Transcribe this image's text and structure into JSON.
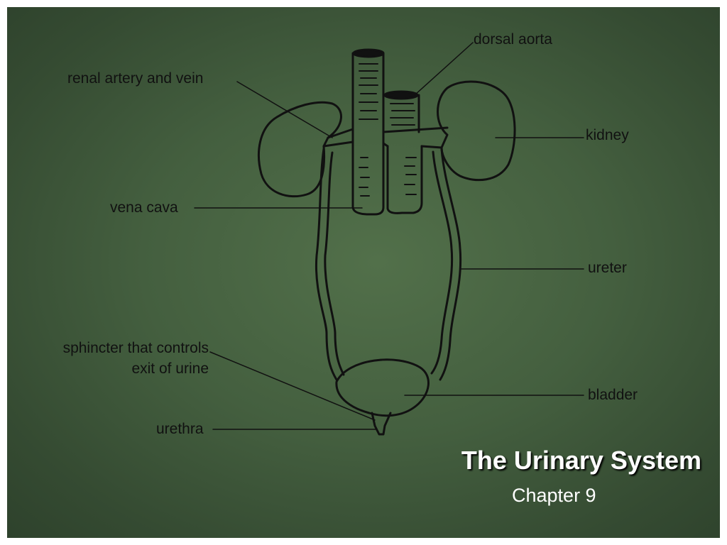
{
  "slide": {
    "title": "The Urinary System",
    "subtitle": "Chapter 9",
    "background_color": "#445f3f",
    "text_color": "#ffffff"
  },
  "diagram": {
    "line_color": "#111111",
    "labels": {
      "dorsal_aorta": "dorsal aorta",
      "renal": "renal artery and vein",
      "kidney": "kidney",
      "vena_cava": "vena cava",
      "ureter": "ureter",
      "sphincter_line1": "sphincter that controls",
      "sphincter_line2": "exit of urine",
      "bladder": "bladder",
      "urethra": "urethra"
    }
  }
}
